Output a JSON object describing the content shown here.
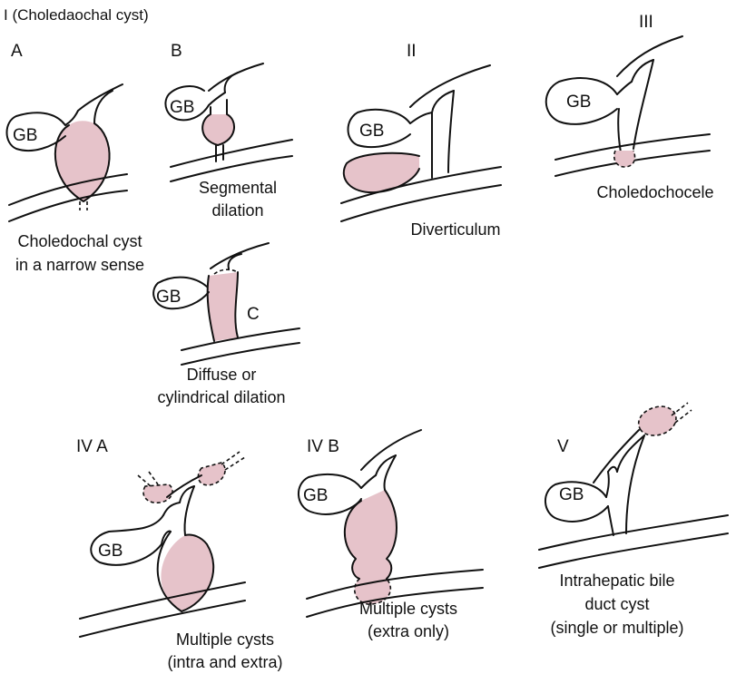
{
  "title": "I (Choledaochal cyst)",
  "panels": [
    {
      "id": "A",
      "label": "A",
      "caption": [
        "Choledochal cyst",
        "in a narrow sense"
      ]
    },
    {
      "id": "B",
      "label": "B",
      "caption": [
        "Segmental",
        "dilation"
      ]
    },
    {
      "id": "C",
      "label": "C",
      "caption": [
        "Diffuse or",
        "cylindrical dilation"
      ]
    },
    {
      "id": "II",
      "label": "II",
      "caption": [
        "Diverticulum"
      ]
    },
    {
      "id": "III",
      "label": "III",
      "caption": [
        "Choledochocele"
      ]
    },
    {
      "id": "IVA",
      "label": "IV A",
      "caption": [
        "Multiple cysts",
        "(intra and extra)"
      ]
    },
    {
      "id": "IVB",
      "label": "IV B",
      "caption": [
        "Multiple cysts",
        "(extra only)"
      ]
    },
    {
      "id": "V",
      "label": "V",
      "caption": [
        "Intrahepatic bile",
        "duct cyst",
        "(single or multiple)"
      ]
    }
  ],
  "gallbladder_label": "GB",
  "colors": {
    "cyst": "#e6c3ca",
    "line": "#111111",
    "background": "#ffffff"
  }
}
